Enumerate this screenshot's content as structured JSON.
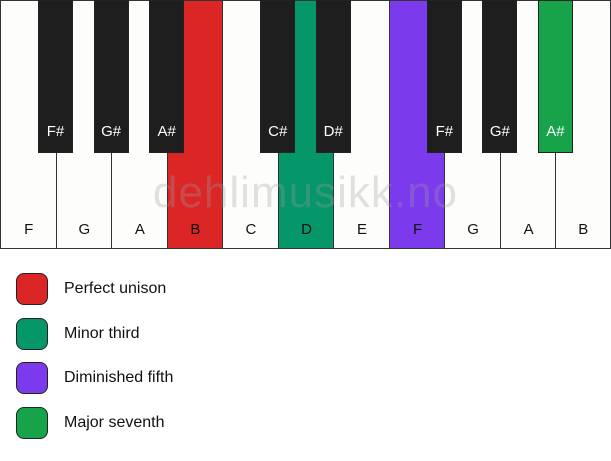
{
  "keyboard": {
    "white_keys": [
      {
        "note": "F",
        "color": "#fdfdfb",
        "text": "#111"
      },
      {
        "note": "G",
        "color": "#fdfdfb",
        "text": "#111"
      },
      {
        "note": "A",
        "color": "#fdfdfb",
        "text": "#111"
      },
      {
        "note": "B",
        "color": "#dc2626",
        "text": "#111"
      },
      {
        "note": "C",
        "color": "#fdfdfb",
        "text": "#111"
      },
      {
        "note": "D",
        "color": "#059669",
        "text": "#111"
      },
      {
        "note": "E",
        "color": "#fdfdfb",
        "text": "#111"
      },
      {
        "note": "F",
        "color": "#7c3aed",
        "text": "#111"
      },
      {
        "note": "G",
        "color": "#fdfdfb",
        "text": "#111"
      },
      {
        "note": "A",
        "color": "#fdfdfb",
        "text": "#111"
      },
      {
        "note": "B",
        "color": "#fdfdfb",
        "text": "#111"
      }
    ],
    "black_keys": [
      {
        "note": "F#",
        "after": 0,
        "color": "#1e1e1e"
      },
      {
        "note": "G#",
        "after": 1,
        "color": "#1e1e1e"
      },
      {
        "note": "A#",
        "after": 2,
        "color": "#1e1e1e"
      },
      {
        "note": "C#",
        "after": 4,
        "color": "#1e1e1e"
      },
      {
        "note": "D#",
        "after": 5,
        "color": "#1e1e1e"
      },
      {
        "note": "F#",
        "after": 7,
        "color": "#1e1e1e"
      },
      {
        "note": "G#",
        "after": 8,
        "color": "#1e1e1e"
      },
      {
        "note": "A#",
        "after": 9,
        "color": "#16a34a"
      }
    ]
  },
  "watermark": "dehlimusikk.no",
  "legend": [
    {
      "label": "Perfect unison",
      "color": "#dc2626"
    },
    {
      "label": "Minor third",
      "color": "#059669"
    },
    {
      "label": "Diminished fifth",
      "color": "#7c3aed"
    },
    {
      "label": "Major seventh",
      "color": "#16a34a"
    }
  ]
}
